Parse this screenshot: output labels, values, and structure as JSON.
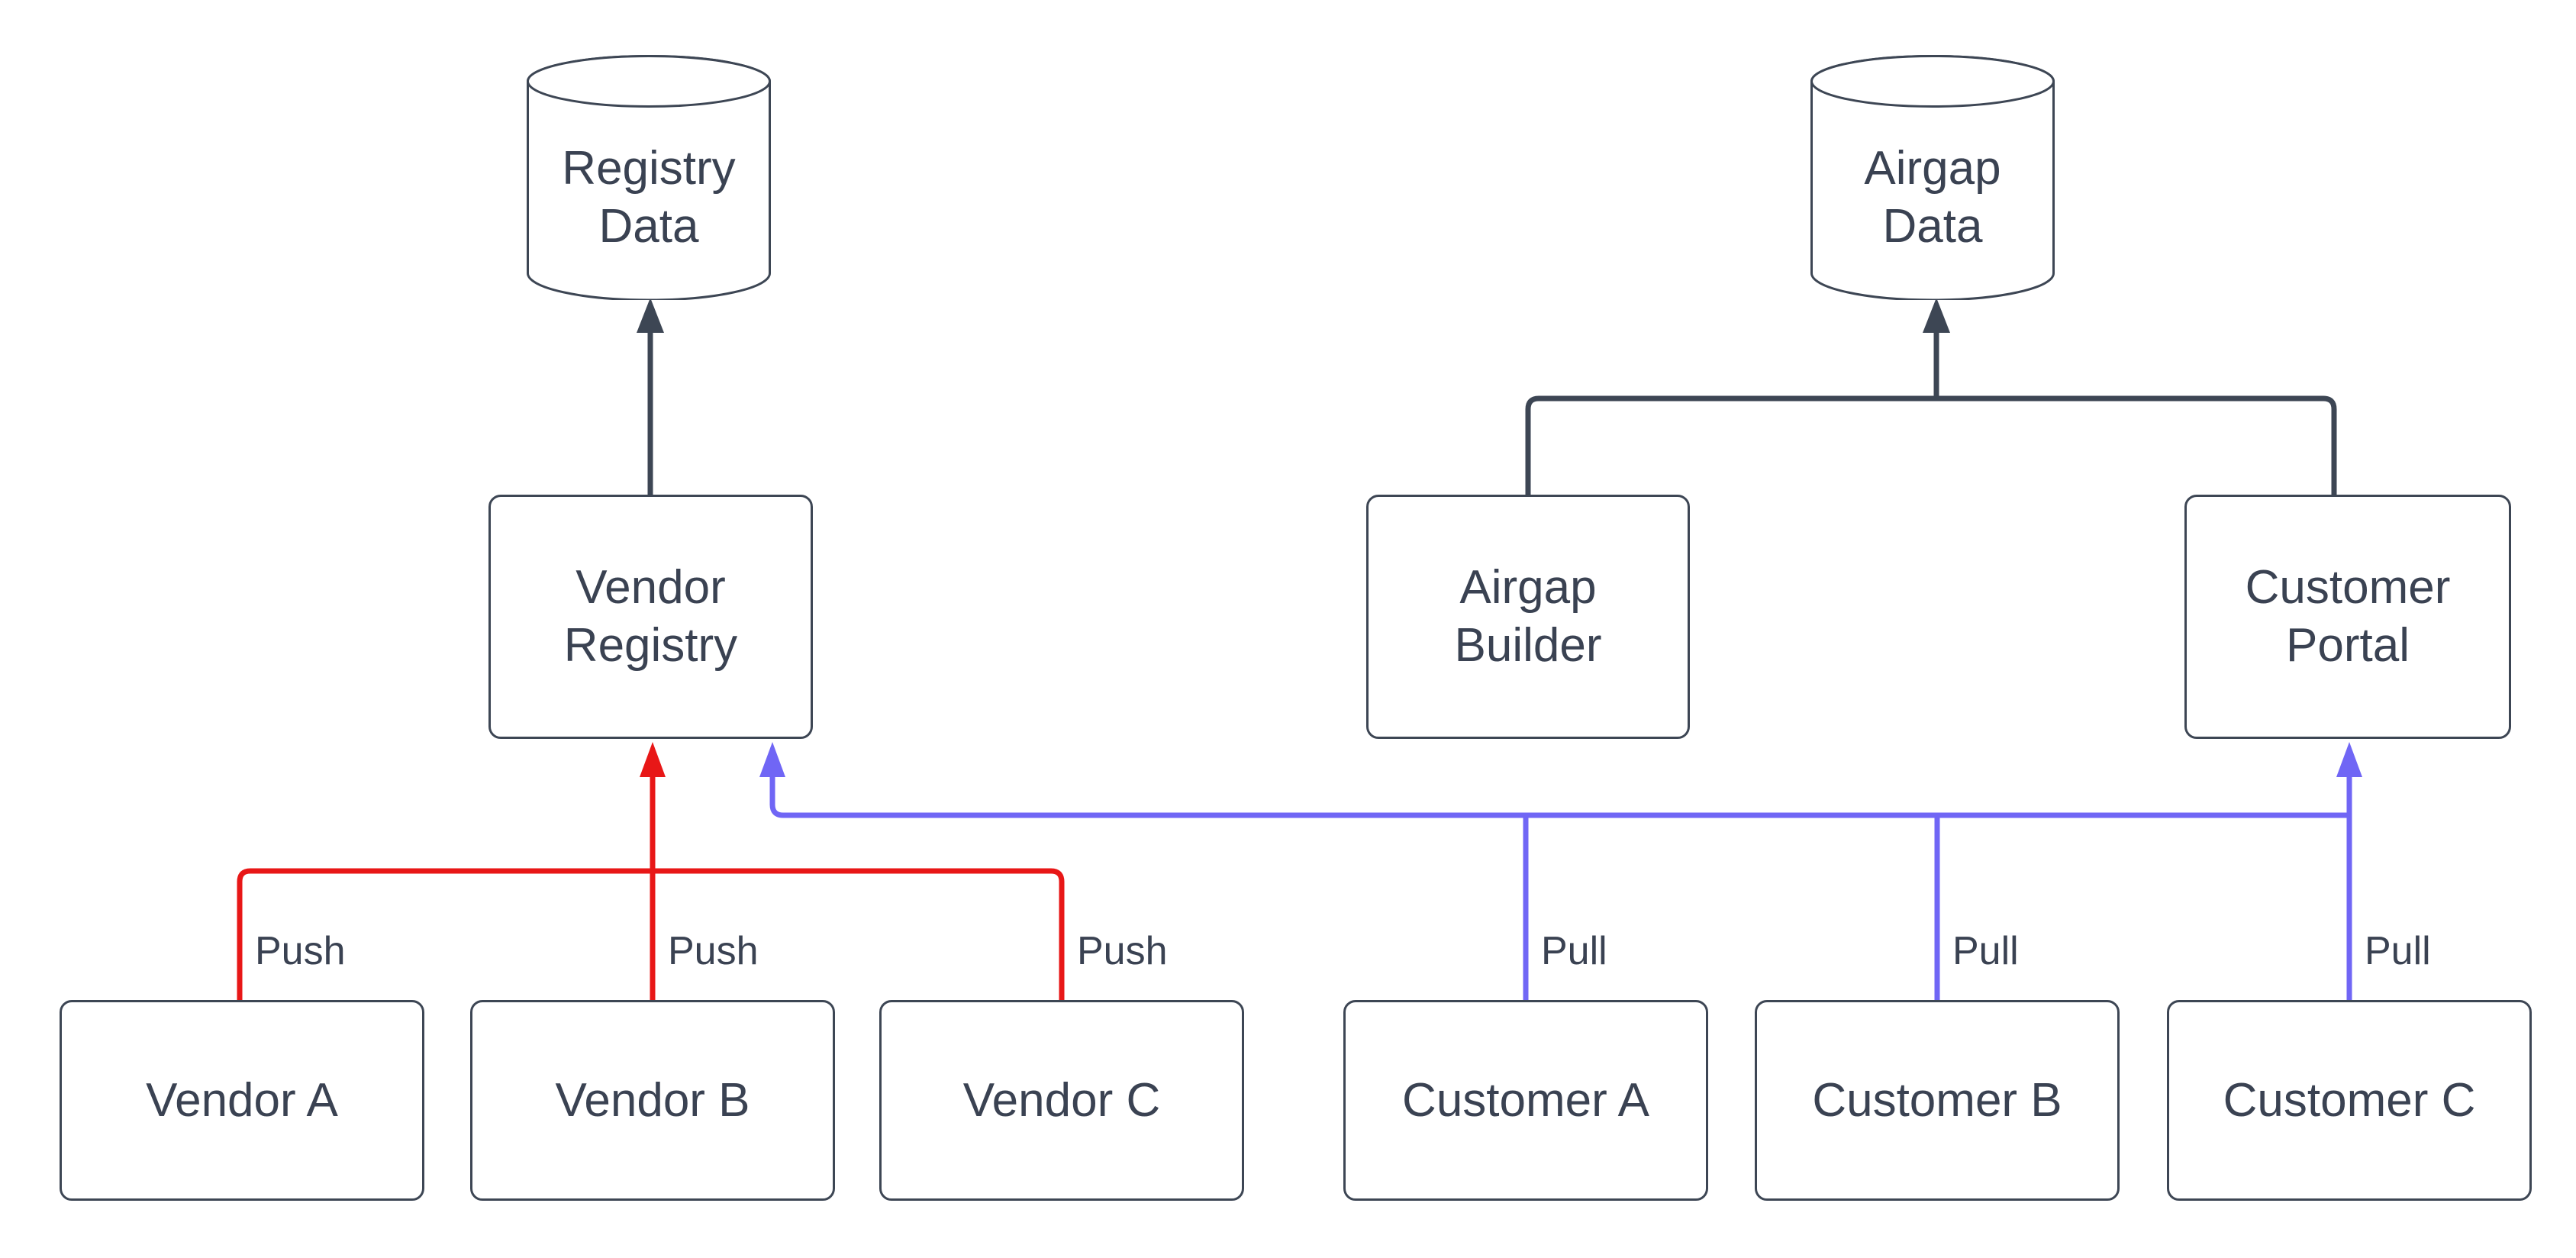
{
  "diagram": {
    "nodes": {
      "registry_data": {
        "label": "Registry\nData",
        "shape": "cylinder"
      },
      "airgap_data": {
        "label": "Airgap\nData",
        "shape": "cylinder"
      },
      "vendor_registry": {
        "label": "Vendor\nRegistry",
        "shape": "box"
      },
      "airgap_builder": {
        "label": "Airgap\nBuilder",
        "shape": "box"
      },
      "customer_portal": {
        "label": "Customer\nPortal",
        "shape": "box"
      },
      "vendor_a": {
        "label": "Vendor A",
        "shape": "box"
      },
      "vendor_b": {
        "label": "Vendor B",
        "shape": "box"
      },
      "vendor_c": {
        "label": "Vendor C",
        "shape": "box"
      },
      "customer_a": {
        "label": "Customer A",
        "shape": "box"
      },
      "customer_b": {
        "label": "Customer B",
        "shape": "box"
      },
      "customer_c": {
        "label": "Customer C",
        "shape": "box"
      }
    },
    "edges": {
      "data_flow": [
        {
          "from": "Vendor Registry",
          "to": "Registry Data"
        },
        {
          "from": "Airgap Builder",
          "to": "Airgap Data"
        },
        {
          "from": "Customer Portal",
          "to": "Airgap Data"
        }
      ],
      "push": [
        {
          "from": "Vendor A",
          "to": "Vendor Registry",
          "label": "Push"
        },
        {
          "from": "Vendor B",
          "to": "Vendor Registry",
          "label": "Push"
        },
        {
          "from": "Vendor C",
          "to": "Vendor Registry",
          "label": "Push"
        }
      ],
      "pull": [
        {
          "from": "Customer A",
          "to": "Vendor Registry / Customer Portal",
          "label": "Pull"
        },
        {
          "from": "Customer B",
          "to": "Vendor Registry / Customer Portal",
          "label": "Pull"
        },
        {
          "from": "Customer C",
          "to": "Vendor Registry / Customer Portal",
          "label": "Pull"
        }
      ]
    },
    "colors": {
      "push": "#e81717",
      "pull": "#7066f5",
      "neutral": "#3d4654",
      "label_text": "#3a4252",
      "background": "#ffffff"
    }
  }
}
